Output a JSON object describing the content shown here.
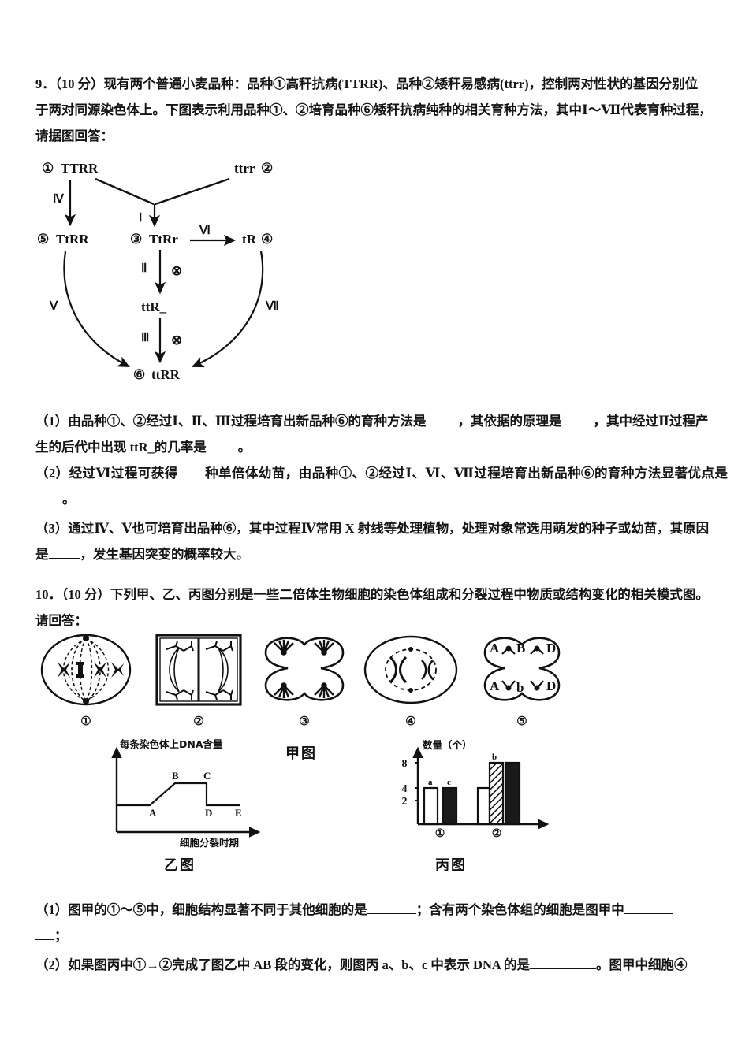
{
  "document": {
    "language": "zh-CN",
    "type": "biology-exam-page"
  },
  "question9": {
    "number": "9．",
    "points": "（10 分）",
    "stem_line1": "现有两个普通小麦品种：品种①高秆抗病(TTRR)、品种②矮秆易感病(ttrr)，控制两对性状的基因分别位",
    "stem_line2": "于两对同源染色体上。下图表示利用品种①、②培育品种⑥矮秆抗病纯种的相关育种方法，其中Ⅰ～Ⅶ代表育种过程，",
    "stem_line3": "请据图回答：",
    "sub1_a": "（1）由品种①、②经过Ⅰ、Ⅱ、Ⅲ过程培育出新品种⑥的育种方法是",
    "sub1_b": "，其依据的原理是",
    "sub1_c": "，其中经过Ⅱ过程产",
    "sub1_d": "生的后代中出现 ttR_的几率是",
    "sub1_e": "。",
    "sub2_a": "（2）经过Ⅵ过程可获得",
    "sub2_b": "种单倍体幼苗，由品种①、②经过Ⅰ、Ⅵ、Ⅶ过程培育出新品种⑥的育种方法显著优点是",
    "sub2_c": "。",
    "sub3_a": "（3）通过Ⅳ、Ⅴ也可培育出品种⑥，其中过程Ⅳ常用 X 射线等处理植物，处理对象常选用萌发的种子或幼苗，其原因",
    "sub3_b": "是",
    "sub3_c": "，发生基因突变的概率较大。",
    "diagram": {
      "nodes": [
        {
          "id": "n1",
          "circle": "①",
          "genotype": "TTRR",
          "order": "circle-first"
        },
        {
          "id": "n2",
          "circle": "②",
          "genotype": "ttrr",
          "order": "genotype-first"
        },
        {
          "id": "n5",
          "circle": "⑤",
          "genotype": "TtRR",
          "order": "circle-first"
        },
        {
          "id": "n3",
          "circle": "③",
          "genotype": "TtRr",
          "order": "circle-first"
        },
        {
          "id": "n4",
          "circle": "④",
          "genotype": "tR",
          "order": "genotype-first"
        },
        {
          "id": "nx",
          "circle": "",
          "genotype": "ttR_",
          "order": "genotype-only"
        },
        {
          "id": "n6",
          "circle": "⑥",
          "genotype": "ttRR",
          "order": "circle-first"
        }
      ],
      "processes": [
        "Ⅰ",
        "Ⅱ",
        "Ⅲ",
        "Ⅳ",
        "Ⅴ",
        "Ⅵ",
        "Ⅶ"
      ],
      "self_cross_symbol": "⊗",
      "self_cross_count": 2
    }
  },
  "question10": {
    "number": "10．",
    "points": "（10 分）",
    "stem_line1": "下列甲、乙、丙图分别是一些二倍体生物细胞的染色体组成和分裂过程中物质或结构变化的相关模式图。",
    "stem_line2": "请回答：",
    "sub1_a": "（1）图甲的①～⑤中，细胞结构显著不同于其他细胞的是",
    "sub1_b": "；含有两个染色体组的细胞是图甲中",
    "sub1_c": "；",
    "sub2_a": "（2）如果图丙中①→②完成了图乙中 AB 段的变化，则图丙 a、b、c 中表示 DNA 的是",
    "sub2_b": "。图甲中细胞④",
    "figures": {
      "jia_caption": "甲图",
      "yi_caption": "乙图",
      "bing_caption": "丙图",
      "cells": [
        {
          "label": "①",
          "desc": "mitotic-metaphase-spindle-cell"
        },
        {
          "label": "②",
          "desc": "plant-cell-square-anaphase"
        },
        {
          "label": "③",
          "desc": "animal-cell-anaphase-cleavage"
        },
        {
          "label": "④",
          "desc": "cell-two-chromosomes-spindle"
        },
        {
          "label": "⑤",
          "desc": "cell-with-gene-letters"
        }
      ],
      "cell5_genes_top": [
        "A",
        "B",
        "D"
      ],
      "cell5_genes_bottom": [
        "A",
        "b",
        "D"
      ]
    }
  },
  "chart_data": [
    {
      "id": "yi-chart",
      "type": "line",
      "title": "乙图",
      "ylabel": "每条染色体上DNA含量",
      "xlabel": "细胞分裂时期",
      "grid": false,
      "legend": false,
      "point_labels": [
        "A",
        "B",
        "C",
        "D",
        "E"
      ],
      "x": [
        0,
        1,
        2,
        3.2,
        3.2,
        4.6
      ],
      "y": [
        1,
        1,
        2,
        2,
        1,
        1
      ],
      "annotations": [
        {
          "label": "A",
          "x": 1,
          "y": 1
        },
        {
          "label": "B",
          "x": 2,
          "y": 2
        },
        {
          "label": "C",
          "x": 3.2,
          "y": 2
        },
        {
          "label": "D",
          "x": 3.2,
          "y": 1
        },
        {
          "label": "E",
          "x": 4.6,
          "y": 1
        }
      ],
      "ylim": [
        0,
        2.6
      ],
      "xlim": [
        0,
        5.4
      ]
    },
    {
      "id": "bing-chart",
      "type": "bar",
      "title": "丙图",
      "ylabel": "数量（个）",
      "xlabel": "",
      "categories": [
        "①",
        "②"
      ],
      "yticks": [
        2,
        4,
        8
      ],
      "ylim": [
        0,
        9.5
      ],
      "grid": false,
      "series": [
        {
          "name": "a",
          "fill": "white",
          "values": [
            4,
            4
          ]
        },
        {
          "name": "b",
          "fill": "hatched",
          "values": [
            null,
            8
          ]
        },
        {
          "name": "c",
          "fill": "black",
          "values": [
            4,
            8
          ]
        }
      ],
      "bar_labels": [
        {
          "label": "a",
          "group": "①",
          "value": 4,
          "fill": "white"
        },
        {
          "label": "c",
          "group": "①",
          "value": 4,
          "fill": "black"
        },
        {
          "label": "b",
          "group": "②",
          "value": 8,
          "fill": "hatched"
        }
      ],
      "group2_bars": [
        {
          "fill": "white",
          "value": 4
        },
        {
          "fill": "hatched",
          "value": 8,
          "label": "b"
        },
        {
          "fill": "black",
          "value": 8
        }
      ]
    }
  ],
  "colors": {
    "text": "#141414",
    "line": "#111111",
    "bar_black": "#1a1a1a",
    "bar_white": "#ffffff",
    "page_bg": "#ffffff"
  }
}
